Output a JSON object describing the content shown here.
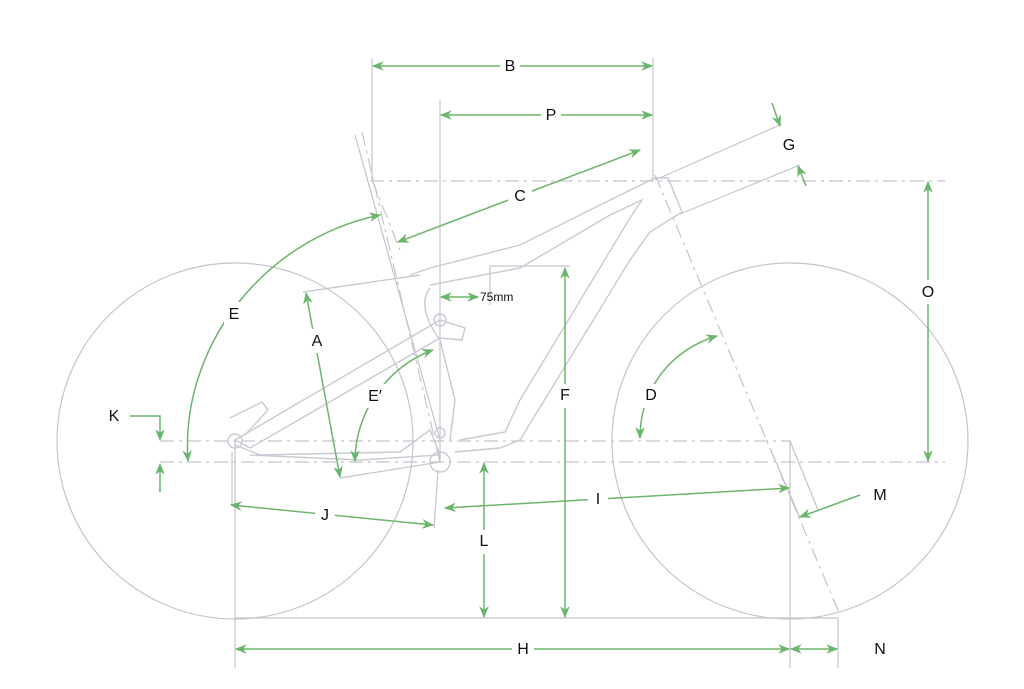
{
  "title": "Bike frame geometry diagram",
  "accent_color": "#6cb56c",
  "line_color": "#c4c4cc",
  "labels": {
    "A": "A",
    "B": "B",
    "C": "C",
    "D": "D",
    "E": "E",
    "E_prime": "E′",
    "F": "F",
    "G": "G",
    "H": "H",
    "I": "I",
    "J": "J",
    "K": "K",
    "L": "L",
    "M": "M",
    "N": "N",
    "O": "O",
    "P": "P"
  },
  "annotation_75mm": "75mm"
}
